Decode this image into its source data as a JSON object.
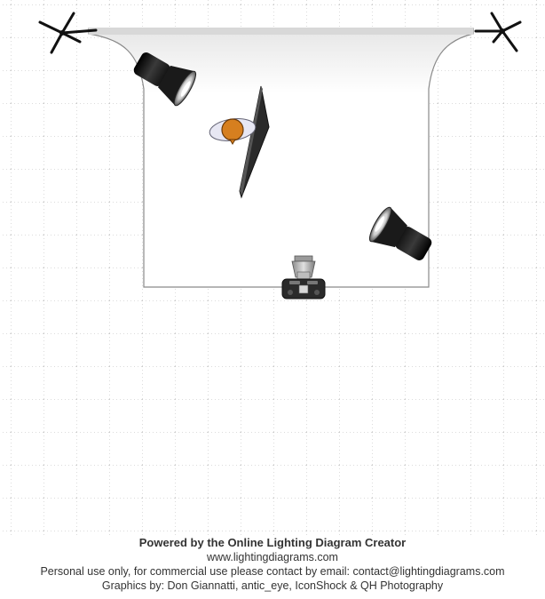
{
  "footer": {
    "title": "Powered by the Online Lighting Diagram Creator",
    "website": "www.lightingdiagrams.com",
    "license": "Personal use only, for commercial use please contact by email: contact@lightingdiagrams.com",
    "credits": "Graphics by: Don Giannatti, antic_eye, IconShock & QH Photography"
  },
  "colors": {
    "grid": "#b8b8b8",
    "backdrop_fill": "#ffffff",
    "backdrop_edge": "#8a8a8a",
    "light_body": "#1a1a1a",
    "subject_head": "#d67f1f",
    "subject_body": "#e7e7f3",
    "softbox": "#2a2a2a",
    "footer_text": "#333333"
  },
  "icons": [
    "background-stand-left-icon",
    "background-stand-right-icon",
    "strobe-light-icon",
    "strip-softbox-icon",
    "subject-person-icon",
    "camera-icon"
  ]
}
